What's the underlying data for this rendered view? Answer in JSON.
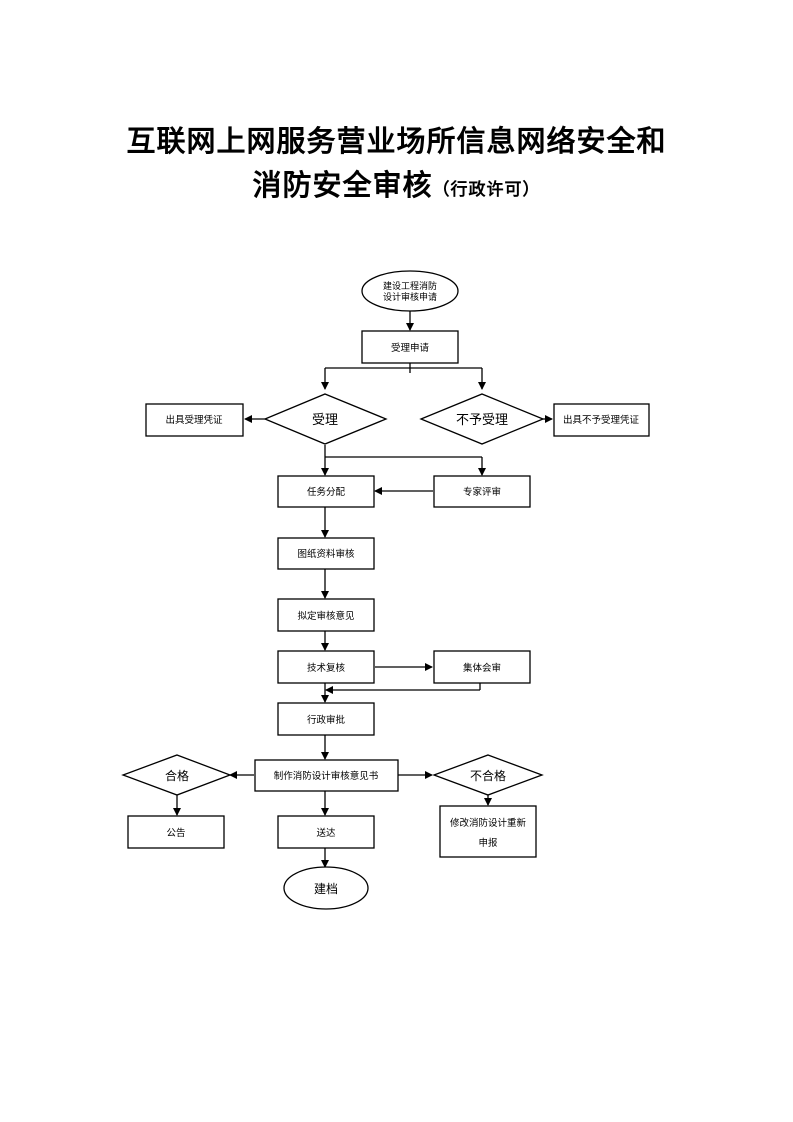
{
  "title": {
    "line1": "互联网上网服务营业场所信息网络安全和",
    "line2": "消防安全审核",
    "line2_suffix": "（行政许可）"
  },
  "flowchart": {
    "start": [
      "建设工程消防",
      "设计审核申请"
    ],
    "receive_application": "受理申请",
    "accept": "受理",
    "reject": "不予受理",
    "accept_certificate": "出具受理凭证",
    "reject_certificate": "出具不予受理凭证",
    "task_assignment": "任务分配",
    "expert_review": "专家评审",
    "drawing_review": "图纸资料审核",
    "draft_opinion": "拟定审核意见",
    "technical_recheck": "技术复核",
    "collective_review": "集体会审",
    "administrative_approval": "行政审批",
    "make_opinion_letter": "制作消防设计审核意见书",
    "qualified": "合格",
    "unqualified": "不合格",
    "announcement": "公告",
    "delivery": "送达",
    "resubmit": [
      "修改消防设计重新",
      "申报"
    ],
    "archive": "建档"
  }
}
